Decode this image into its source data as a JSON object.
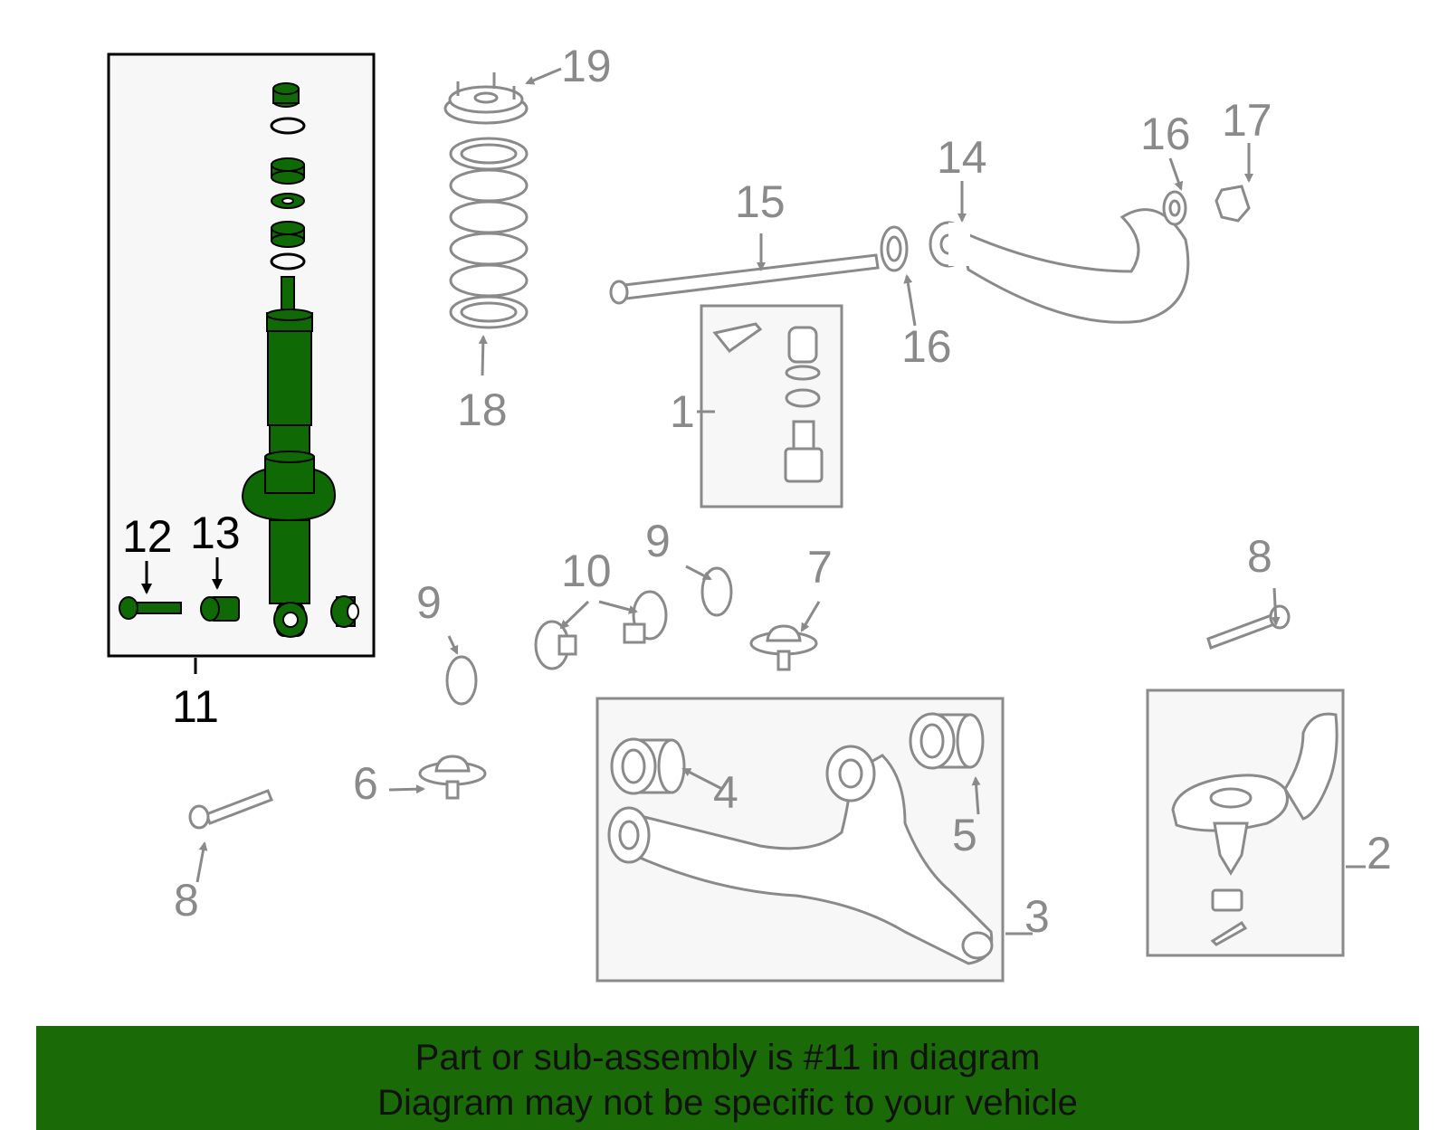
{
  "colors": {
    "highlight": "#0f6a05",
    "highlight_outline": "#000000",
    "part_outline": "#8a8a8a",
    "box_fill": "#f7f7f7",
    "banner": "#1a6b08"
  },
  "callouts": {
    "c1": "1",
    "c2": "2",
    "c3": "3",
    "c4": "4",
    "c5": "5",
    "c6": "6",
    "c7": "7",
    "c8a": "8",
    "c8b": "8",
    "c9a": "9",
    "c9b": "9",
    "c10": "10",
    "c11": "11",
    "c12": "12",
    "c13": "13",
    "c14": "14",
    "c15": "15",
    "c16a": "16",
    "c16b": "16",
    "c17": "17",
    "c18": "18",
    "c19": "19"
  },
  "highlighted_callout": "11",
  "banner": {
    "line1": "Part or sub-assembly is #11 in diagram",
    "line2": "Diagram may not be specific to your vehicle"
  }
}
